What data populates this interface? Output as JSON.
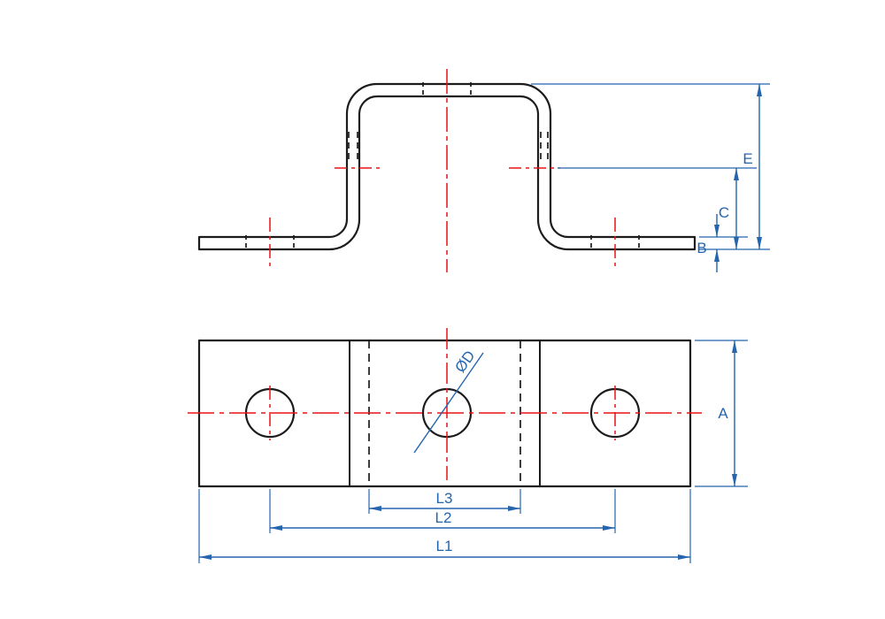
{
  "dimensions": {
    "E": "E",
    "C": "C",
    "B": "B",
    "A": "A",
    "L1": "L1",
    "L2": "L2",
    "L3": "L3",
    "OD": "ØD"
  },
  "colors": {
    "outline": "#1c1c1c",
    "centerline": "#e81317",
    "dimension": "#2565ae",
    "background": "#ffffff"
  }
}
